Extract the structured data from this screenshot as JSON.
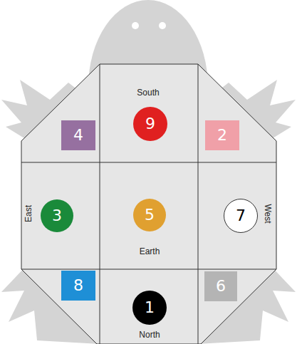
{
  "diagram": {
    "nodes": [
      {
        "text": [
          "4"
        ]
      },
      {
        "text": [
          "9"
        ]
      },
      {
        "text": [
          "2"
        ]
      },
      {
        "text": [
          "3"
        ]
      },
      {
        "text": [
          "5"
        ]
      },
      {
        "text": [
          "7"
        ]
      },
      {
        "text": [
          "8"
        ]
      },
      {
        "text": [
          "1"
        ]
      },
      {
        "text": [
          "6"
        ]
      }
    ],
    "labels": [
      "South",
      "East",
      "West",
      "Earth",
      "North"
    ]
  }
}
